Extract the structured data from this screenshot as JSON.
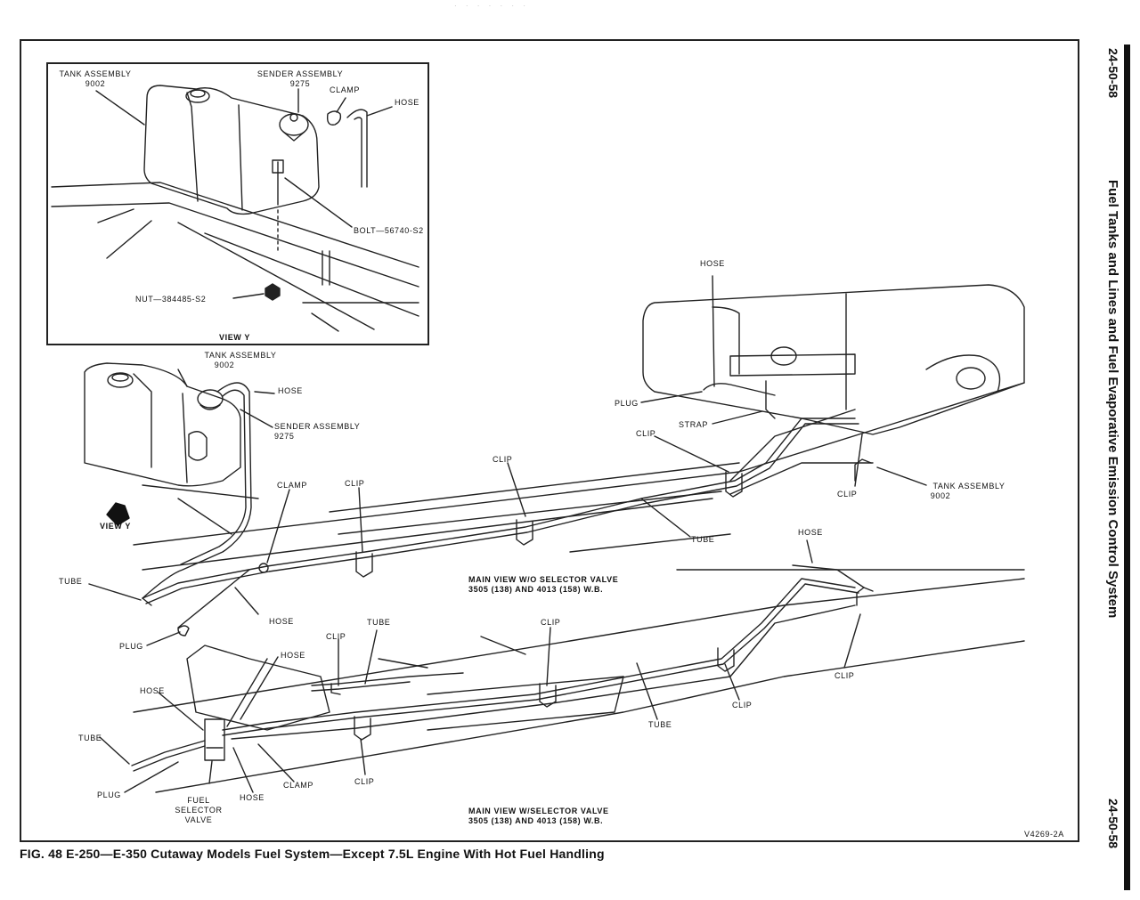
{
  "header": {
    "page_number_top": "24-50-58",
    "section_title": "Fuel Tanks and Lines and Fuel Evaporative Emission Control System",
    "page_number_bottom": "24-50-58"
  },
  "caption": "FIG. 48 E-250—E-350 Cutaway Models Fuel System—Except 7.5L Engine With Hot Fuel Handling",
  "figure_code": "V4269-2A",
  "view_y": {
    "title": "VIEW Y",
    "labels": {
      "tank_assembly": "TANK ASSEMBLY",
      "tank_part": "9002",
      "sender_assembly": "SENDER ASSEMBLY",
      "sender_part": "9275",
      "clamp": "CLAMP",
      "hose": "HOSE",
      "bolt": "BOLT—56740-S2",
      "nut": "NUT—384485-S2"
    }
  },
  "upper_view": {
    "title": "MAIN VIEW W/O SELECTOR VALVE",
    "subtitle": "3505 (138) AND 4013 (158) W.B.",
    "view_y_ref": "VIEW Y",
    "labels": {
      "tank_assembly_left": "TANK ASSEMBLY",
      "tank_part_left": "9002",
      "hose_left": "HOSE",
      "sender_assembly": "SENDER ASSEMBLY",
      "sender_part": "9275",
      "clamp": "CLAMP",
      "clip_1": "CLIP",
      "clip_2": "CLIP",
      "clip_3": "CLIP",
      "clip_4": "CLIP",
      "tube_left": "TUBE",
      "hose_lower": "HOSE",
      "plug_left": "PLUG",
      "tube_center": "TUBE",
      "hose_top": "HOSE",
      "plug_right": "PLUG",
      "strap": "STRAP",
      "tank_assembly_right": "TANK ASSEMBLY",
      "tank_part_right": "9002"
    }
  },
  "lower_view": {
    "title": "MAIN VIEW W/SELECTOR VALVE",
    "subtitle": "3505 (138) AND 4013 (158) W.B.",
    "labels": {
      "hose_right": "HOSE",
      "clip_far_right": "CLIP",
      "clip_right": "CLIP",
      "tube_right": "TUBE",
      "clip_center": "CLIP",
      "tube_top": "TUBE",
      "clip_top": "CLIP",
      "hose_top": "HOSE",
      "hose_left": "HOSE",
      "tube_left": "TUBE",
      "plug": "PLUG",
      "fuel_selector_valve": "FUEL\nSELECTOR\nVALVE",
      "hose_bottom": "HOSE",
      "clamp": "CLAMP",
      "clip_bottom": "CLIP"
    }
  }
}
